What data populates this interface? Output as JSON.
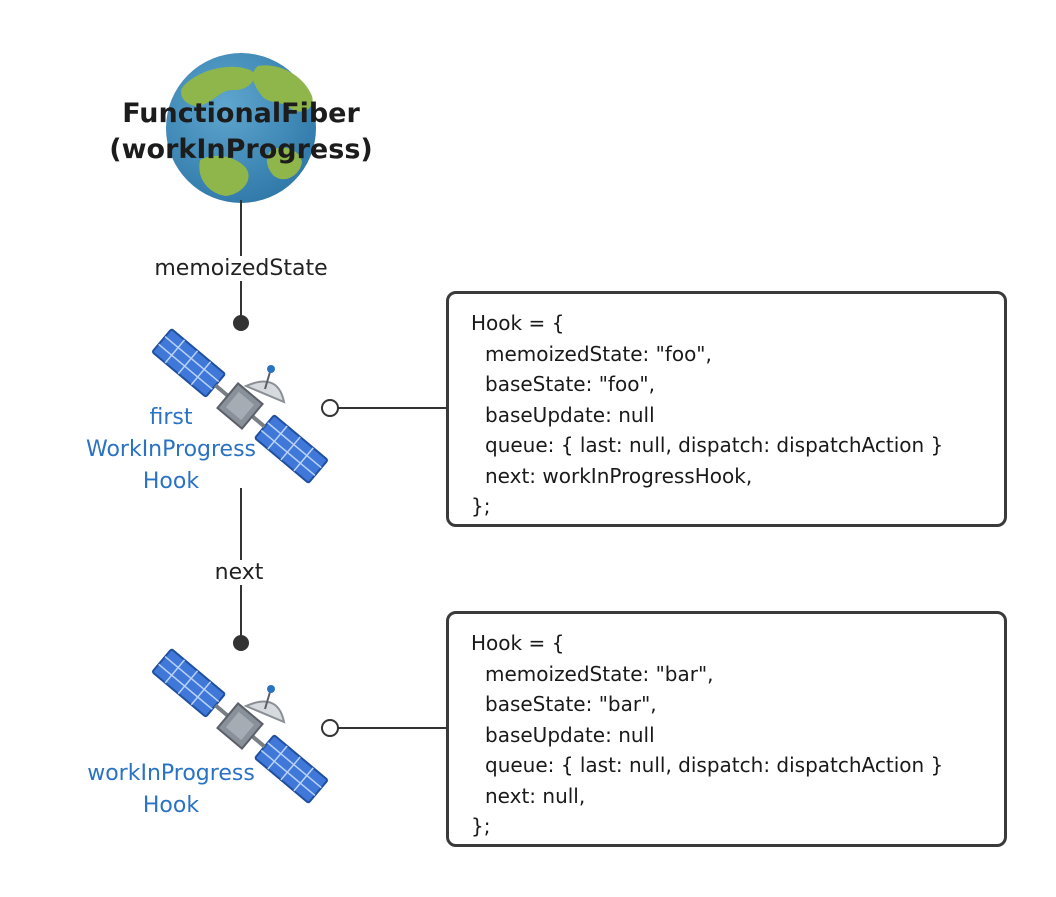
{
  "fiber": {
    "line1": "FunctionalFiber",
    "line2": "(workInProgress)",
    "icon": "globe-icon"
  },
  "edges": {
    "fiber_to_first": "memoizedState",
    "first_to_second": "next"
  },
  "hooks": [
    {
      "label": [
        "first",
        "WorkInProgress",
        "Hook"
      ],
      "icon": "satellite-icon",
      "code": [
        "Hook = {",
        "memoizedState: \"foo\",",
        "baseState: \"foo\",",
        "baseUpdate: null",
        "queue: { last: null, dispatch: dispatchAction }",
        "next: workInProgressHook,",
        "};"
      ]
    },
    {
      "label": [
        "workInProgress",
        "Hook"
      ],
      "icon": "satellite-icon",
      "code": [
        "Hook = {",
        "memoizedState: \"bar\",",
        "baseState: \"bar\",",
        "baseUpdate: null",
        "queue: { last: null, dispatch: dispatchAction }",
        "next: null,",
        "};"
      ]
    }
  ],
  "colors": {
    "line": "#333333",
    "hook_label": "#2a72c4",
    "ocean": "#3a86b4",
    "land": "#8fb64a",
    "panel": "#3f78d9"
  }
}
